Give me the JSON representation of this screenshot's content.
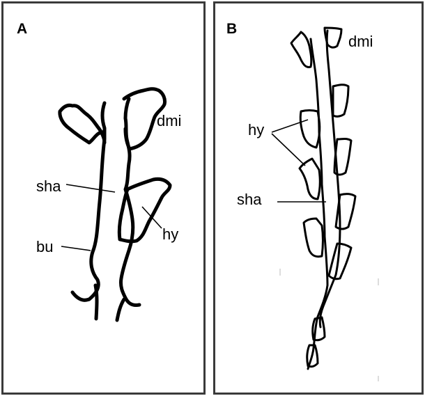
{
  "panel_a": {
    "letter": "A",
    "labels": {
      "dmi": "dmi",
      "sha": "sha",
      "hy": "hy",
      "bu": "bu"
    }
  },
  "panel_b": {
    "letter": "B",
    "labels": {
      "dmi": "dmi",
      "hy": "hy",
      "sha": "sha"
    }
  }
}
